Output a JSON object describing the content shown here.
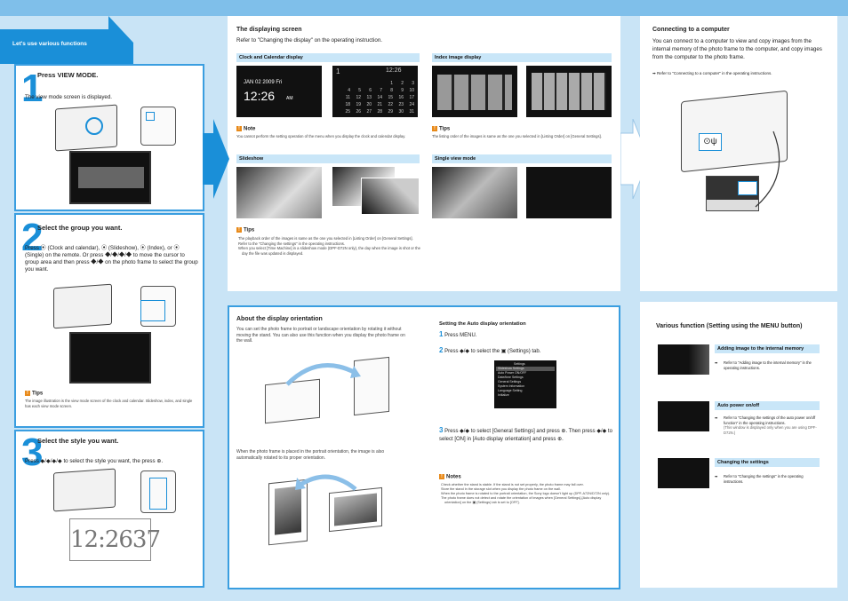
{
  "left": {
    "tab_label": "Let's use various functions",
    "step1": {
      "num": "1",
      "title": "Press VIEW MODE.",
      "body": "The view mode screen is displayed."
    },
    "step2": {
      "num": "2",
      "title": "Select the group you want.",
      "body": "Press ⦿ (Clock and calendar), ⦿ (Slideshow), ⦿ (Index), or ⦿ (Single) on the remote. Or press ◆/◆/◆/◆ to move the cursor to group area and then press ◆/◆ on the photo frame to select the group you want.",
      "tips_label": "Tips",
      "tips": "The image illustration is the view mode screen of the clock and calendar. Slideshow, index, and single has each view mode screen."
    },
    "step3": {
      "num": "3",
      "title": "Select the style you want.",
      "body": "Press ◆/◆/◆/◆ to select the style you want, the press ⊕.",
      "clock_digits": "12:2637"
    }
  },
  "middle_top": {
    "title": "The displaying screen",
    "intro": "Refer to \"Changing the display\" on the operating instruction.",
    "clock_bar": "Clock and Calendar display",
    "index_bar": "Index image display",
    "slideshow_bar": "Slideshow",
    "single_bar": "Single view mode",
    "clock_date": "JAN 02 2009 Fri",
    "clock_time": "12:26",
    "clock_am": "AM",
    "cal_time": "12:26",
    "cal_num": "1",
    "calendar_rows": [
      [
        "",
        "",
        "",
        "1",
        "2",
        "3"
      ],
      [
        "4",
        "5",
        "6",
        "7",
        "8",
        "9",
        "10"
      ],
      [
        "11",
        "12",
        "13",
        "14",
        "15",
        "16",
        "17"
      ],
      [
        "18",
        "19",
        "20",
        "21",
        "22",
        "23",
        "24"
      ],
      [
        "25",
        "26",
        "27",
        "28",
        "29",
        "30",
        "31"
      ]
    ],
    "note_label": "Note",
    "note": "You cannot perform the setting operation of the menu when you display the clock and calendar display.",
    "tips_label": "Tips",
    "tips_index": "The listing order of the images is same as the one you selected in [Listing Order] on [General Settings].",
    "tips_slideshow_label": "Tips",
    "tips_slideshow": [
      "The playback order of the images is same as the one you selected in [Listing Order] on [General Settings].",
      "Refer to the \"Changing the settings\" in the operating instructions.",
      "When you select [Time Machine] in a slideshow mode (DPF-D72N only), the day when the image is shot or the day the file was updated is displayed."
    ]
  },
  "middle_bottom": {
    "title": "About the display orientation",
    "body": "You can set the photo frame to portrait or landscape orientation by rotating it without moving the stand. You can also use this function when you display the photo frame on the wall.",
    "body2": "When the photo frame is placed in the portrait orientation, the image is also automatically rotated to its proper orientation.",
    "auto_title": "Setting the Auto display orientation",
    "s1_num": "1",
    "s1": "Press MENU.",
    "s2_num": "2",
    "s2": "Press ◆/◆ to select the ▣ (Settings) tab.",
    "s3_num": "3",
    "s3": "Press ◆/◆ to select [General Settings] and press ⊕. Then press ◆/◆ to select [ON] in [Auto display orientation] and press ⊕.",
    "menu_items": [
      "Slideshow Settings",
      "Auto Power ON/OFF",
      "Date/time Settings",
      "General Settings",
      "System Information",
      "Language Setting",
      "Initialize"
    ],
    "menu_tab": "Settings",
    "notes_label": "Notes",
    "notes": [
      "Check whether the stand is stable. If the stand is not set properly, the photo frame may fall over.",
      "Store the stand in the storage slot when you display the photo frame on the wall.",
      "When the photo frame is rotated to the portrait orientation, the Sony logo doesn't light up (DPF-A72N/D72N only).",
      "The photo frame does not detect and rotate the orientation of images when [General Settings]-[Auto display orientation] on the ▣ (Settings) tab is set to [OFF]."
    ]
  },
  "right_top": {
    "title": "Connecting to a computer",
    "body": "You can connect to a computer to view and copy images from the internal memory of the photo frame to the computer, and copy images from the computer to the photo frame.",
    "ref": "Refer to \"Connecting to a computer\" in the operating instructions."
  },
  "right_bottom": {
    "title": "Various function (Setting using the MENU button)",
    "items": [
      {
        "bar": "Adding image to the internal memory",
        "ref": "Refer to \"Adding image to the internal memory\" in the operating instructions.",
        "extra": ""
      },
      {
        "bar": "Auto power on/off",
        "ref": "Refer to \"Changing the settings of the auto power on/off function\" in the operating instructions.",
        "extra": "(This window is displayed only when you are using DPF-D72N.)"
      },
      {
        "bar": "Changing the settings",
        "ref": "Refer to \"Changing the settings\" in the operating instructions.",
        "extra": ""
      }
    ]
  },
  "colors": {
    "accent": "#1a8fd8",
    "band": "#c9e6f8",
    "bg": "#7fbfea"
  }
}
